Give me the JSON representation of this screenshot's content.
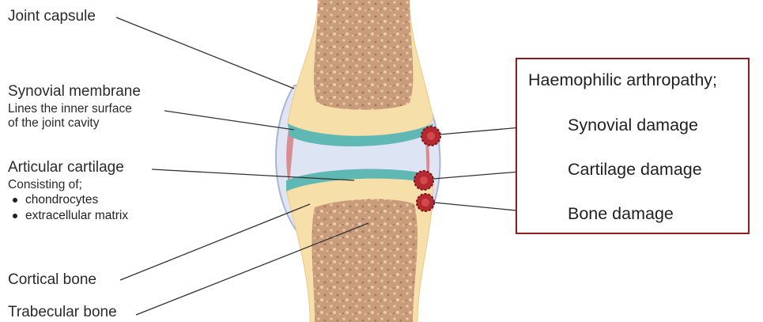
{
  "labels": {
    "joint_capsule": "Joint capsule",
    "synovial_membrane": {
      "title": "Synovial membrane",
      "desc_line1": "Lines the inner surface",
      "desc_line2": "of the joint cavity"
    },
    "articular_cartilage": {
      "title": "Articular cartilage",
      "desc": "Consisting of;",
      "items": [
        "chondrocytes",
        "extracellular matrix"
      ]
    },
    "cortical_bone": "Cortical bone",
    "trabecular_bone": "Trabecular bone"
  },
  "info_box": {
    "title": "Haemophilic arthropathy;",
    "items": [
      "Synovial damage",
      "Cartilage damage",
      "Bone damage"
    ]
  },
  "colors": {
    "box_border": "#8a1c22",
    "bone_cortical": "#f6dfa9",
    "bone_trabecular": "#cfa281",
    "cartilage": "#5fb8b4",
    "synovial": "#d7868b",
    "capsule": "#c9d3ea",
    "cavity": "#dde5f4",
    "damage": "#b52a30"
  }
}
